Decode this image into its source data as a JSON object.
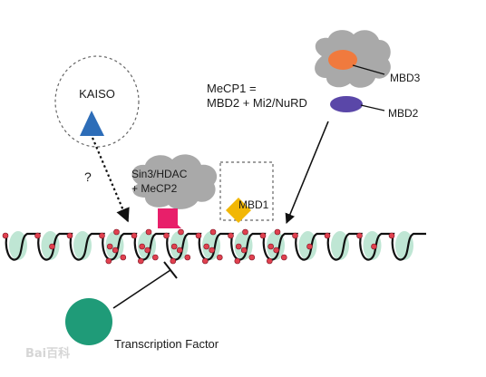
{
  "labels": {
    "kaiso": "KAISO",
    "question": "?",
    "mecp1_line1": "MeCP1 =",
    "mecp1_line2": "MBD2 + Mi2/NuRD",
    "mbd3": "MBD3",
    "mbd2": "MBD2",
    "sin3_line1": "Sin3/HDAC",
    "sin3_line2": "+ MeCP2",
    "mbd1": "MBD1",
    "transcription_factor": "Transcription Factor"
  },
  "watermark": "Bai百科",
  "colors": {
    "nucleosome": "#bfe6d4",
    "methyl_site": "#e0414f",
    "kaiso_triangle": "#2d6db8",
    "sin3_block": "#e81f6a",
    "mbd1_diamond": "#f2b705",
    "mbd3_blob": "#f07a3e",
    "mbd2_blob": "#5a47a8",
    "complex_cloud": "#a9a9a9",
    "transcription_factor": "#1f9b78"
  },
  "icons": {
    "nucleosome": "nucleosome-icon",
    "methyl_site": "methyl-site-icon",
    "tf": "transcription-factor-icon"
  }
}
